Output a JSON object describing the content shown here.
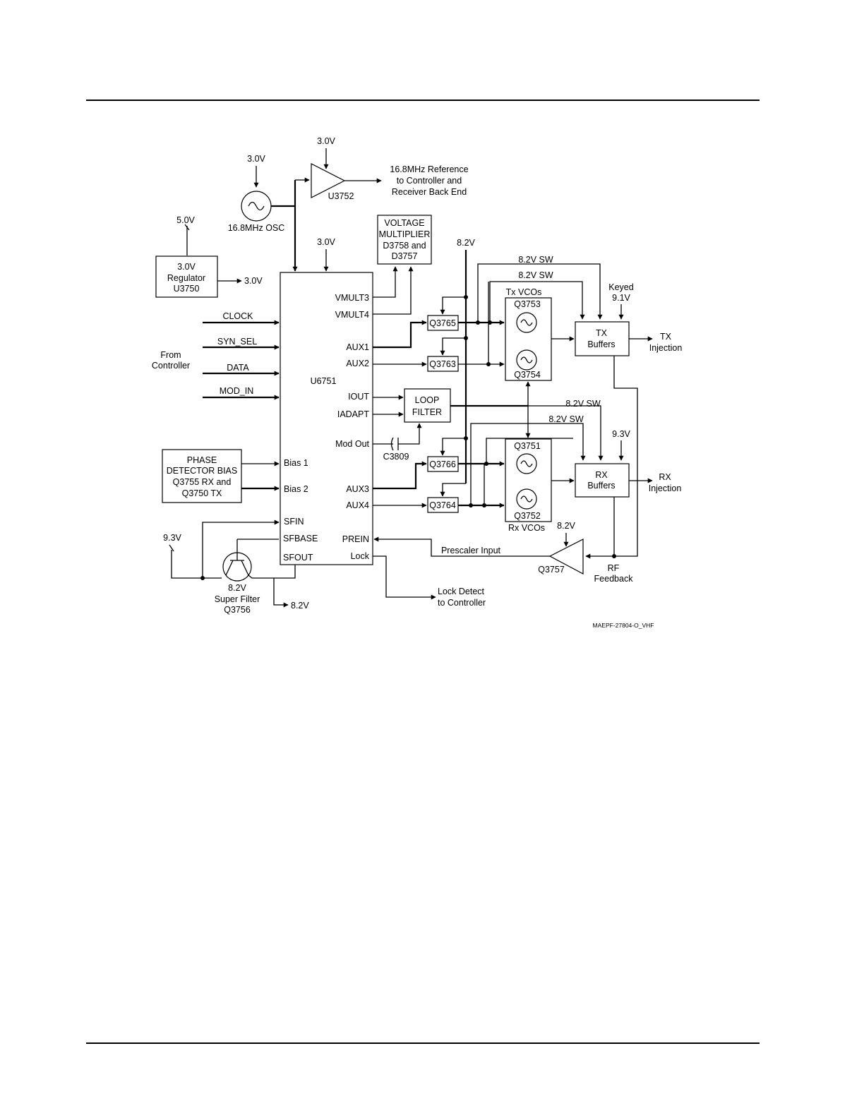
{
  "labels": {
    "osc_supply": "3.0V",
    "osc_name": "16.8MHz OSC",
    "buffer_supply": "3.0V",
    "buffer_name": "U3752",
    "ref_out": [
      "16.8MHz Reference",
      "to Controller and",
      "Receiver Back End"
    ],
    "reg_in": "5.0V",
    "reg_name": [
      "3.0V",
      "Regulator",
      "U3750"
    ],
    "reg_out": "3.0V",
    "vmult": [
      "VOLTAGE",
      "MULTIPLIER",
      "D3758 and",
      "D3757"
    ],
    "ic_supply": "3.0V",
    "supply_82_top": "8.2V",
    "sw_tx_1": "8.2V SW",
    "sw_tx_2": "8.2V SW",
    "keyed": [
      "Keyed",
      "9.1V"
    ],
    "tx_vcos": "Tx VCOs",
    "q3753": "Q3753",
    "q3754": "Q3754",
    "tx_buffers": [
      "TX",
      "Buffers"
    ],
    "tx_injection": [
      "TX",
      "Injection"
    ],
    "q3765": "Q3765",
    "q3763": "Q3763",
    "q3766": "Q3766",
    "q3764": "Q3764",
    "clock": "CLOCK",
    "syn_sel": "SYN_SEL",
    "data": "DATA",
    "mod_in": "MOD_IN",
    "from_controller": [
      "From",
      "Controller"
    ],
    "ic_name": "U6751",
    "pins_right": {
      "vmult3": "VMULT3",
      "vmult4": "VMULT4",
      "aux1": "AUX1",
      "aux2": "AUX2",
      "iout": "IOUT",
      "iadapt": "IADAPT",
      "modout": "Mod Out",
      "aux3": "AUX3",
      "aux4": "AUX4",
      "prein": "PREIN",
      "lock": "Lock"
    },
    "pins_left": {
      "bias1": "Bias 1",
      "bias2": "Bias 2",
      "sfin": "SFIN",
      "sfbase": "SFBASE",
      "sfout": "SFOUT"
    },
    "loop_filter": [
      "LOOP",
      "FILTER"
    ],
    "c3809": "C3809",
    "sw_rx_1": "8.2V SW",
    "sw_rx_2": "8.2V SW",
    "rx_93": "9.3V",
    "q3751": "Q3751",
    "q3752": "Q3752",
    "rx_vcos": "Rx VCOs",
    "rx_buffers": [
      "RX",
      "Buffers"
    ],
    "rx_injection": [
      "RX",
      "Injection"
    ],
    "phase_bias": [
      "PHASE",
      "DETECTOR BIAS",
      "Q3755 RX and",
      "Q3750 TX"
    ],
    "sf_in": "9.3V",
    "sf_name": [
      "8.2V",
      "Super Filter",
      "Q3756"
    ],
    "sf_out": "8.2V",
    "prescaler": "Prescaler Input",
    "q3757_supply": "8.2V",
    "q3757": "Q3757",
    "rf_feedback": [
      "RF",
      "Feedback"
    ],
    "lock_detect": [
      "Lock Detect",
      "to Controller"
    ],
    "fig_code": "MAEPF-27804-O_VHF"
  }
}
